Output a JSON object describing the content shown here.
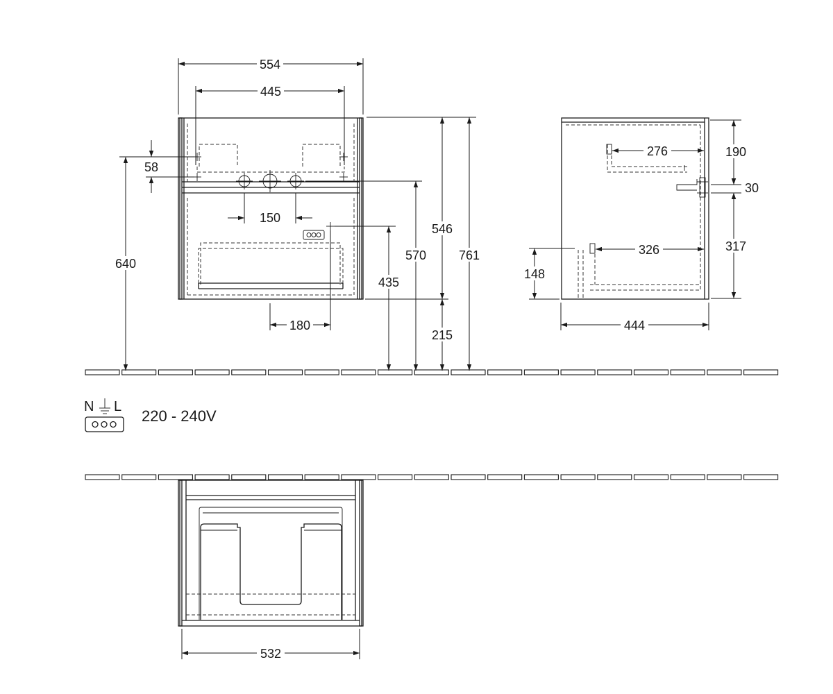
{
  "front_view": {
    "width_total": "554",
    "width_inner": "445",
    "offset_58": "58",
    "siphon_150": "150",
    "socket_180": "180",
    "height_640": "640",
    "height_435": "435",
    "height_570": "570",
    "height_546": "546",
    "height_761": "761",
    "height_215": "215"
  },
  "side_view": {
    "depth_276": "276",
    "height_190": "190",
    "height_30": "30",
    "height_317": "317",
    "depth_326": "326",
    "height_148": "148",
    "depth_444": "444"
  },
  "electrical": {
    "symbol_n": "N",
    "symbol_l": "L",
    "voltage": "220 - 240V"
  },
  "top_view": {
    "width_532": "532"
  }
}
